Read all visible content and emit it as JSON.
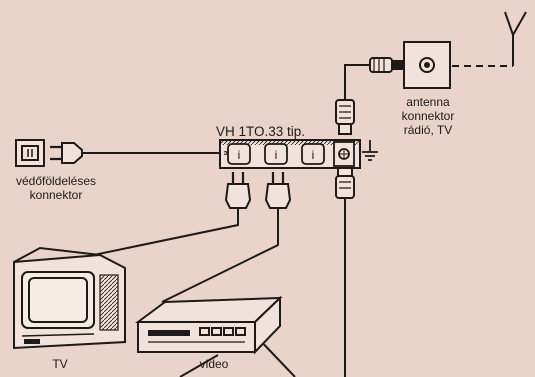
{
  "labels": {
    "strip_type": "VH 1TO.33 tip.",
    "earth_connector_line1": "védőföldeléses",
    "earth_connector_line2": "konnektor",
    "antenna_line1": "antenna",
    "antenna_line2": "konnektor",
    "antenna_line3": "rádió, TV",
    "tv": "TV",
    "video": "video"
  },
  "colors": {
    "paper": "#ead3c8",
    "ink": "#1e1a1a"
  }
}
